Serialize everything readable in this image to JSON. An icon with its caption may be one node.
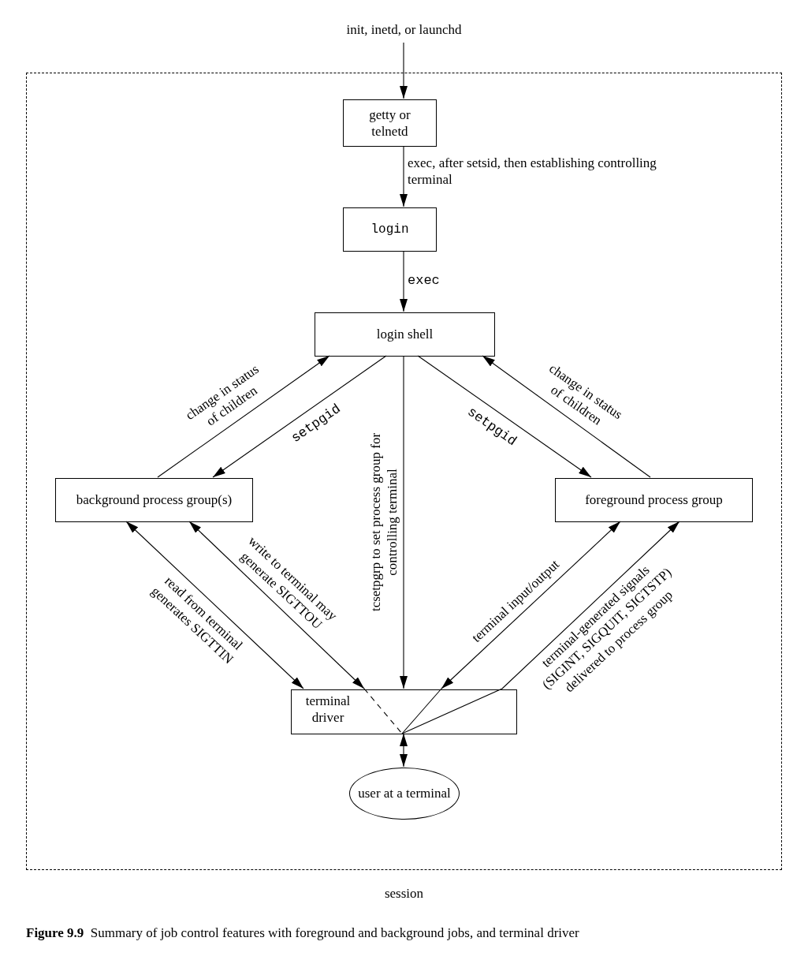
{
  "diagram": {
    "caption": "**Figure 9.9**  Summary of job control features with foreground and background jobs, and terminal driver",
    "nodes": [
      {
        "text": [
          "session"
        ]
      },
      {
        "text": [
          "init, inetd, or launchd"
        ]
      },
      {
        "text": [
          "getty or telnetd"
        ],
        "in": 0
      },
      {
        "text": [
          "login"
        ],
        "in": 0
      },
      {
        "text": [
          "login shell"
        ],
        "in": 0
      },
      {
        "text": [
          "background process group(s)"
        ],
        "in": 0
      },
      {
        "text": [
          "foreground process group"
        ],
        "in": 0
      },
      {
        "text": [
          "terminal driver"
        ],
        "in": 0
      },
      {
        "text": [
          "user at a terminal"
        ],
        "in": 0
      }
    ],
    "edges": [
      {
        "from": 1,
        "to": 2,
        "arrow": "to"
      },
      {
        "from": 2,
        "to": 3,
        "arrow": "to",
        "label": "exec, after setsid, then establishing controlling terminal"
      },
      {
        "from": 3,
        "to": 4,
        "arrow": "to",
        "label": "exec"
      },
      {
        "from": 5,
        "to": 4,
        "arrow": "to",
        "label": "change in status of children"
      },
      {
        "from": 4,
        "to": 5,
        "arrow": "to",
        "label": "setpgid"
      },
      {
        "from": 4,
        "to": 7,
        "arrow": "to",
        "label": "tcsetpgrp to set process group for controlling terminal"
      },
      {
        "from": 4,
        "to": 6,
        "arrow": "to",
        "label": "setpgid"
      },
      {
        "from": 6,
        "to": 4,
        "arrow": "to",
        "label": "change in status of children"
      },
      {
        "from": 5,
        "to": 7,
        "arrow": "both",
        "label": "read from terminal generates SIGTTIN"
      },
      {
        "from": 5,
        "to": 7,
        "arrow": "both",
        "label": "write to terminal may generate SIGTTOU"
      },
      {
        "from": 6,
        "to": 7,
        "arrow": "both",
        "label": "terminal input/output"
      },
      {
        "from": 7,
        "to": 6,
        "arrow": "to",
        "label": "terminal-generated signals (SIGINT, SIGQUIT, SIGTSTP) delivered to process group"
      },
      {
        "from": 7,
        "to": 8,
        "arrow": "both"
      }
    ]
  }
}
